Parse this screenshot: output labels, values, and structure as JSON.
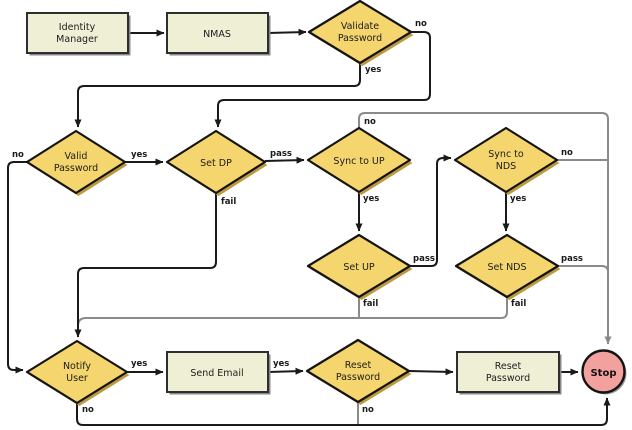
{
  "colors": {
    "background": "#ffffff",
    "process_fill": "#efefd6",
    "decision_fill": "#f5d56e",
    "decision_shadow": "#bd9a3f",
    "process_shadow": "#888888",
    "stop_fill": "#f2a19e",
    "connector_black": "#1a1a1a",
    "connector_gray": "#8a8a8a"
  },
  "nodes": {
    "identity_manager": {
      "line1": "Identity",
      "line2": "Manager"
    },
    "nmas": {
      "label": "NMAS"
    },
    "validate_password": {
      "line1": "Validate",
      "line2": "Password"
    },
    "valid_password": {
      "line1": "Valid",
      "line2": "Password"
    },
    "set_dp": {
      "label": "Set DP"
    },
    "sync_to_up": {
      "label": "Sync to UP"
    },
    "sync_to_nds": {
      "line1": "Sync to",
      "line2": "NDS"
    },
    "set_up": {
      "label": "Set UP"
    },
    "set_nds": {
      "label": "Set NDS"
    },
    "notify_user": {
      "line1": "Notify",
      "line2": "User"
    },
    "send_email": {
      "label": "Send Email"
    },
    "reset_password_decision": {
      "line1": "Reset",
      "line2": "Password"
    },
    "reset_password_process": {
      "line1": "Reset",
      "line2": "Password"
    },
    "stop": {
      "label": "Stop"
    }
  },
  "edge_labels": {
    "validate_no": "no",
    "validate_yes": "yes",
    "valid_no": "no",
    "valid_yes": "yes",
    "set_dp_pass": "pass",
    "set_dp_fail": "fail",
    "sync_up_no": "no",
    "sync_up_yes": "yes",
    "sync_nds_no": "no",
    "sync_nds_yes": "yes",
    "set_up_pass": "pass",
    "set_up_fail": "fail",
    "set_nds_pass": "pass",
    "set_nds_fail": "fail",
    "notify_yes": "yes",
    "notify_no": "no",
    "send_email_yes": "yes",
    "reset_no": "no"
  }
}
